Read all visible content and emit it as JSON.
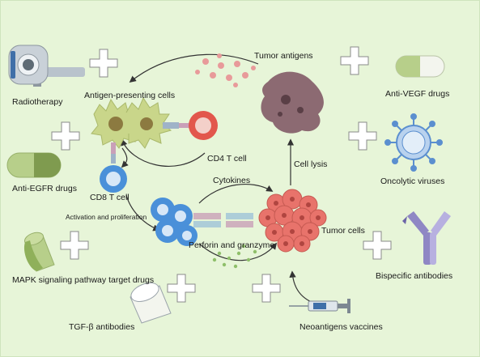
{
  "colors": {
    "background": "#e7f5d8",
    "plus_fill": "#ffffff",
    "plus_stroke": "#8a8a8a",
    "arrow": "#333333",
    "tumor_cell": "#e8736b",
    "tumor_antigen": "#e89a9a",
    "tumor_cell_body": "#8c6a72",
    "apc": "#c9d68a",
    "cd4": "#e2574c",
    "cd8": "#4a90d9",
    "virus": "#5b8fcf",
    "capsule": "#9bb86a",
    "antibody": "#8f87c4",
    "granule": "#8fbf6a"
  },
  "labels": {
    "radiotherapy": "Radiotherapy",
    "tumor_antigens": "Tumor antigens",
    "anti_vegf": "Anti-VEGF drugs",
    "antigen_presenting": "Antigen-presenting cells",
    "cd4": "CD4 T cell",
    "cell_lysis": "Cell lysis",
    "oncolytic": "Oncolytic viruses",
    "anti_egfr": "Anti-EGFR drugs",
    "cd8": "CD8 T cell",
    "cytokines": "Cytokines",
    "activation": "Activation and proliferation",
    "tumor_cells": "Tumor cells",
    "perforin": "Perforin and granzyme",
    "mapk": "MAPK signaling pathway target drugs",
    "bispecific": "Bispecific antibodies",
    "tgf": "TGF-β antibodies",
    "neoantigens": "Neoantigens vaccines"
  },
  "icons": [
    "ct-scanner-icon",
    "capsule-icon",
    "virus-icon",
    "antibody-icon",
    "syringe-icon",
    "plus-icon"
  ]
}
